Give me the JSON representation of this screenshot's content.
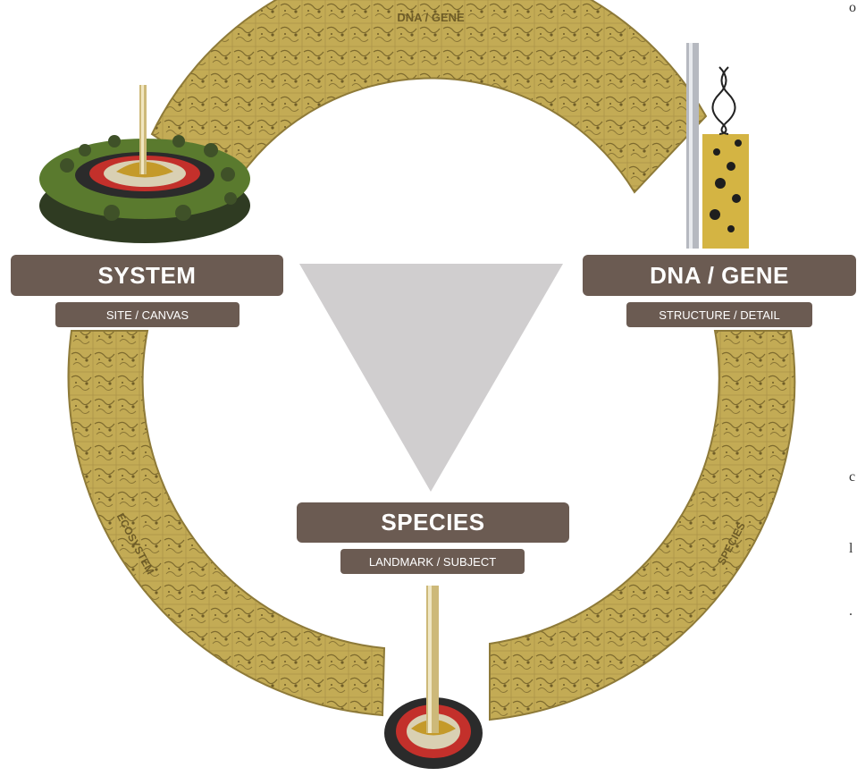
{
  "nodes": {
    "system": {
      "title": "SYSTEM",
      "subtitle": "SITE / CANVAS"
    },
    "dna": {
      "title": "DNA / GENE",
      "subtitle": "STRUCTURE / DETAIL"
    },
    "species": {
      "title": "SPECIES",
      "subtitle": "LANDMARK / SUBJECT"
    }
  },
  "ring_labels": {
    "top": "DNA / GENE",
    "left": "ECOSYSTEM",
    "right": "SPECIES"
  },
  "edge_fragments": [
    "o",
    "c",
    "l",
    "."
  ],
  "colors": {
    "label_bg": "#6b5b52",
    "ring_fill": "#c3ab55",
    "ring_edge": "#8e7a38",
    "triangle": "#d0cecf"
  }
}
